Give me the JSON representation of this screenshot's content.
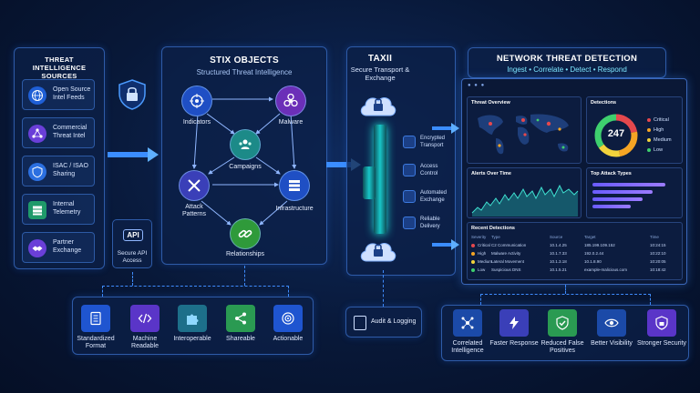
{
  "sources": {
    "title": "THREAT INTELLIGENCE SOURCES",
    "items": [
      {
        "label": "Open Source Intel Feeds",
        "icon": "globe-icon"
      },
      {
        "label": "Commercial Threat Intel",
        "icon": "network-icon"
      },
      {
        "label": "ISAC / ISAO Sharing",
        "icon": "shield-badge-icon"
      },
      {
        "label": "Internal Telemetry",
        "icon": "server-icon"
      },
      {
        "label": "Partner Exchange",
        "icon": "handshake-icon"
      }
    ]
  },
  "api": {
    "label": "API",
    "caption": "Secure API Access"
  },
  "stix": {
    "title": "STIX OBJECTS",
    "subtitle": "Structured Threat Intelligence",
    "nodes": {
      "indicators": "Indicators",
      "malware": "Malware",
      "campaigns": "Campaigns",
      "attack_patterns": "Attack Patterns",
      "infrastructure": "Infrastructure",
      "relationships": "Relationships"
    }
  },
  "benefits_left": [
    {
      "label": "Standardized Format",
      "icon": "document-icon"
    },
    {
      "label": "Machine Readable",
      "icon": "code-icon"
    },
    {
      "label": "Interoperable",
      "icon": "puzzle-icon"
    },
    {
      "label": "Shareable",
      "icon": "share-icon"
    },
    {
      "label": "Actionable",
      "icon": "target-icon"
    }
  ],
  "taxii": {
    "title": "TAXII",
    "subtitle": "Secure Transport & Exchange",
    "features": [
      "Encrypted Transport",
      "Access Control",
      "Automated Exchange",
      "Reliable Delivery"
    ],
    "audit": "Audit & Logging"
  },
  "detection": {
    "title": "NETWORK THREAT DETECTION",
    "subtitle": "Ingest • Correlate • Detect • Respond",
    "threat_overview": "Threat Overview",
    "detections_title": "Detections",
    "detections_total": "247",
    "legend": [
      {
        "label": "Critical",
        "color": "#e5484d",
        "value": 0.22
      },
      {
        "label": "High",
        "color": "#f5a524",
        "value": 0.25
      },
      {
        "label": "Medium",
        "color": "#f2d33c",
        "value": 0.18
      },
      {
        "label": "Low",
        "color": "#3ecf6e",
        "value": 0.35
      }
    ],
    "alerts_title": "Alerts Over Time",
    "attack_types_title": "Top Attack Types",
    "attack_types": [
      0.85,
      0.7,
      0.58,
      0.45
    ],
    "recent_title": "Recent Detections",
    "columns": [
      "Severity",
      "Type",
      "Source",
      "Target",
      "Time"
    ],
    "rows": [
      {
        "sev": "Critical",
        "color": "#e5484d",
        "type": "C2 Communication",
        "src": "10.1.4.25",
        "tgt": "185.199.109.152",
        "time": "10:24:15"
      },
      {
        "sev": "High",
        "color": "#f5a524",
        "type": "Malware Activity",
        "src": "10.1.7.33",
        "tgt": "192.0.2.44",
        "time": "10:22:10"
      },
      {
        "sev": "Medium",
        "color": "#f2d33c",
        "type": "Lateral Movement",
        "src": "10.1.3.18",
        "tgt": "10.1.8.90",
        "time": "10:20:05"
      },
      {
        "sev": "Low",
        "color": "#3ecf6e",
        "type": "Suspicious DNS",
        "src": "10.1.5.21",
        "tgt": "example-malicious.com",
        "time": "10:18:42"
      }
    ]
  },
  "benefits_right": [
    {
      "label": "Correlated Intelligence",
      "icon": "nodes-icon"
    },
    {
      "label": "Faster Response",
      "icon": "lightning-icon"
    },
    {
      "label": "Reduced False Positives",
      "icon": "shield-check-icon"
    },
    {
      "label": "Better Visibility",
      "icon": "eye-icon"
    },
    {
      "label": "Stronger Security",
      "icon": "lock-shield-icon"
    }
  ]
}
